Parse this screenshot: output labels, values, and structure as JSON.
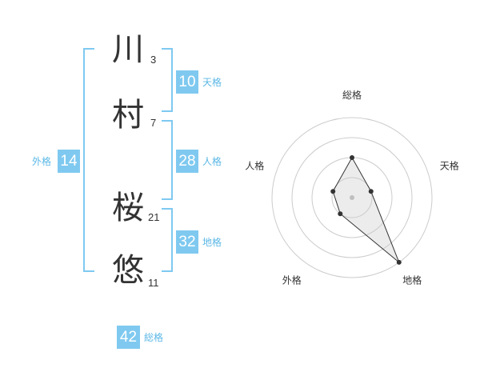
{
  "name": {
    "characters": [
      {
        "char": "川",
        "strokes": "3"
      },
      {
        "char": "村",
        "strokes": "7"
      },
      {
        "char": "桜",
        "strokes": "21"
      },
      {
        "char": "悠",
        "strokes": "11"
      }
    ]
  },
  "kakusu": {
    "tenkaku": {
      "value": "10",
      "label": "天格"
    },
    "jinkaku": {
      "value": "28",
      "label": "人格"
    },
    "chikaku": {
      "value": "32",
      "label": "地格"
    },
    "gaikaku": {
      "value": "14",
      "label": "外格"
    },
    "soukaku": {
      "value": "42",
      "label": "総格"
    }
  },
  "colors": {
    "accent": "#7fc9f0",
    "accent_text": "#5cb8e6",
    "text": "#333333",
    "grid": "#cccccc"
  },
  "chart_data": {
    "type": "radar",
    "axes": [
      "総格",
      "天格",
      "地格",
      "外格",
      "人格"
    ],
    "rings": 4,
    "values": [
      2,
      1,
      4,
      1,
      1
    ],
    "max": 4
  }
}
